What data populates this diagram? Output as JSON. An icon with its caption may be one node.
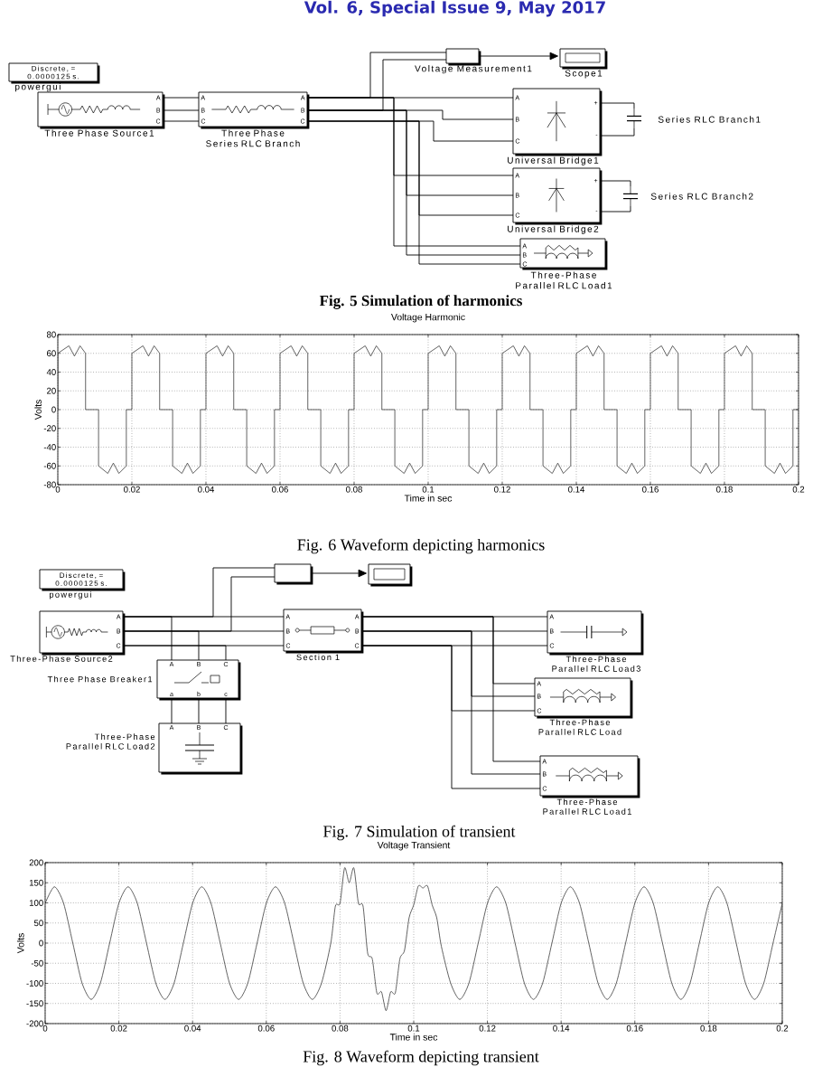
{
  "diagram": {
    "nodes": [
      {
        "text": [
          "Discrete, = 0.0000125 s.",
          "powergui"
        ]
      },
      {
        "text": [
          "Voltage Measurement1"
        ]
      },
      {
        "text": [
          "Scope1"
        ]
      },
      {
        "text": [
          "Three Phase Source1"
        ]
      },
      {
        "text": [
          "Three Phase Series RLC Branch"
        ]
      },
      {
        "text": [
          "Universal Bridge1"
        ]
      },
      {
        "text": [
          "Series RLC Branch1"
        ]
      },
      {
        "text": [
          "Universal Bridge2"
        ]
      },
      {
        "text": [
          "Series RLC Branch2"
        ]
      },
      {
        "text": [
          "Three-Phase Parallel RLC Load1"
        ]
      },
      {
        "text": [
          "Discrete, = 0.0000125 s.",
          "powergui"
        ]
      },
      {
        "text": [],
        "shape": "box"
      },
      {
        "text": [],
        "shape": "box"
      },
      {
        "text": [
          "Three-Phase Source2"
        ]
      },
      {
        "text": [
          "Section 1"
        ]
      },
      {
        "text": [
          "Three-Phase Parallel RLC Load3"
        ]
      },
      {
        "text": [
          "Three Phase Breaker1"
        ]
      },
      {
        "text": [
          "Three-Phase Parallel RLC Load"
        ]
      },
      {
        "text": [
          "Three-Phase Parallel RLC Load2"
        ]
      },
      {
        "text": [
          "Three-Phase Parallel RLC Load1"
        ]
      }
    ],
    "edges": [
      {
        "from": 3,
        "to": 4,
        "arrow": "none"
      },
      {
        "from": 3,
        "to": 4,
        "arrow": "none"
      },
      {
        "from": 3,
        "to": 4,
        "arrow": "none"
      },
      {
        "from": 4,
        "to": 1,
        "arrow": "none"
      },
      {
        "from": 4,
        "to": 1,
        "arrow": "none"
      },
      {
        "from": 1,
        "to": 2,
        "arrow": "to"
      },
      {
        "from": 4,
        "to": 5,
        "arrow": "none"
      },
      {
        "from": 4,
        "to": 5,
        "arrow": "none"
      },
      {
        "from": 4,
        "to": 5,
        "arrow": "none"
      },
      {
        "from": 5,
        "to": 6,
        "arrow": "none"
      },
      {
        "from": 5,
        "to": 6,
        "arrow": "none"
      },
      {
        "from": 4,
        "to": 7,
        "arrow": "none"
      },
      {
        "from": 4,
        "to": 7,
        "arrow": "none"
      },
      {
        "from": 4,
        "to": 7,
        "arrow": "none"
      },
      {
        "from": 7,
        "to": 8,
        "arrow": "none"
      },
      {
        "from": 7,
        "to": 8,
        "arrow": "none"
      },
      {
        "from": 4,
        "to": 9,
        "arrow": "none"
      },
      {
        "from": 4,
        "to": 9,
        "arrow": "none"
      },
      {
        "from": 4,
        "to": 9,
        "arrow": "none"
      },
      {
        "from": 13,
        "to": 14,
        "arrow": "none"
      },
      {
        "from": 13,
        "to": 14,
        "arrow": "none"
      },
      {
        "from": 13,
        "to": 14,
        "arrow": "none"
      },
      {
        "from": 13,
        "to": 11,
        "arrow": "none"
      },
      {
        "from": 13,
        "to": 11,
        "arrow": "none"
      },
      {
        "from": 11,
        "to": 12,
        "arrow": "to"
      },
      {
        "from": 13,
        "to": 16,
        "arrow": "none"
      },
      {
        "from": 13,
        "to": 16,
        "arrow": "none"
      },
      {
        "from": 13,
        "to": 16,
        "arrow": "none"
      },
      {
        "from": 16,
        "to": 18,
        "arrow": "none"
      },
      {
        "from": 16,
        "to": 18,
        "arrow": "none"
      },
      {
        "from": 16,
        "to": 18,
        "arrow": "none"
      },
      {
        "from": 14,
        "to": 15,
        "arrow": "none"
      },
      {
        "from": 14,
        "to": 15,
        "arrow": "none"
      },
      {
        "from": 14,
        "to": 15,
        "arrow": "none"
      },
      {
        "from": 14,
        "to": 17,
        "arrow": "none"
      },
      {
        "from": 14,
        "to": 17,
        "arrow": "none"
      },
      {
        "from": 14,
        "to": 17,
        "arrow": "none"
      },
      {
        "from": 14,
        "to": 19,
        "arrow": "none"
      },
      {
        "from": 14,
        "to": 19,
        "arrow": "none"
      },
      {
        "from": 14,
        "to": 19,
        "arrow": "none"
      }
    ],
    "labels": [
      "Vol. 6, Special Issue 9, May 2017",
      "A",
      "B",
      "C",
      "A",
      "B",
      "C",
      "A",
      "B",
      "C",
      "A",
      "B",
      "C",
      "+",
      "-",
      "A",
      "B",
      "C",
      "+",
      "-",
      "A",
      "B",
      "C",
      "Fig. 5 Simulation of harmonics",
      "Fig. 6 Waveform depicting harmonics",
      "A",
      "B",
      "C",
      "A",
      "B",
      "C",
      "A",
      "B",
      "C",
      "A",
      "B",
      "C",
      "A",
      "B",
      "C",
      "a",
      "b",
      "c",
      "A",
      "B",
      "C",
      "A",
      "B",
      "C",
      "A",
      "B",
      "C",
      "Fig. 7 Simulation of transient",
      "Fig. 8 Waveform depicting transient"
    ],
    "chart_data": [
      {
        "type": "line",
        "title": "Voltage Harmonic",
        "xlabel": "Time in sec",
        "ylabel": "Volts",
        "grid": true,
        "xlim": [
          0,
          0.2
        ],
        "ylim": [
          -80,
          80
        ],
        "xticks": [
          0,
          0.02,
          0.04,
          0.06,
          0.08,
          0.1,
          0.12,
          0.14,
          0.16,
          0.18,
          0.2
        ],
        "yticks": [
          -80,
          -60,
          -40,
          -20,
          0,
          20,
          40,
          60,
          80
        ],
        "x": [
          0,
          0,
          0.003,
          0.0045,
          0.006,
          0.0075,
          0.0075,
          0.011,
          0.011,
          0.0135,
          0.015,
          0.0165,
          0.0185,
          0.0185,
          0.02,
          0.02,
          0.023,
          0.0245,
          0.026,
          0.0275,
          0.0275,
          0.031,
          0.031,
          0.0335,
          0.035,
          0.0365,
          0.0385,
          0.0385,
          0.04,
          0.04,
          0.043,
          0.0445,
          0.046,
          0.0475,
          0.0475,
          0.051,
          0.051,
          0.0535,
          0.055,
          0.0565,
          0.0585,
          0.0585,
          0.06,
          0.06,
          0.063,
          0.0645,
          0.066,
          0.0675,
          0.0675,
          0.071,
          0.071,
          0.0735,
          0.075,
          0.0765,
          0.0785,
          0.0785,
          0.08,
          0.08,
          0.083,
          0.0845,
          0.086,
          0.0875,
          0.0875,
          0.091,
          0.091,
          0.0935,
          0.095,
          0.0965,
          0.0985,
          0.0985,
          0.1,
          0.1,
          0.103,
          0.1045,
          0.106,
          0.1075,
          0.1075,
          0.111,
          0.111,
          0.1135,
          0.115,
          0.1165,
          0.1185,
          0.1185,
          0.12,
          0.12,
          0.123,
          0.1245,
          0.126,
          0.1275,
          0.1275,
          0.131,
          0.131,
          0.1335,
          0.135,
          0.1365,
          0.1385,
          0.1385,
          0.14,
          0.14,
          0.143,
          0.1445,
          0.146,
          0.1475,
          0.1475,
          0.151,
          0.151,
          0.1535,
          0.155,
          0.1565,
          0.1585,
          0.1585,
          0.16,
          0.16,
          0.163,
          0.1645,
          0.166,
          0.1675,
          0.1675,
          0.171,
          0.171,
          0.1735,
          0.175,
          0.1765,
          0.1785,
          0.1785,
          0.18,
          0.18,
          0.183,
          0.1845,
          0.186,
          0.1875,
          0.1875,
          0.191,
          0.191,
          0.1935,
          0.195,
          0.1965,
          0.1985,
          0.1985,
          0.2
        ],
        "series": [
          {
            "color": "#3c3c3c",
            "values": [
              0,
              60,
              68,
              57,
              68,
              60,
              0,
              0,
              -60,
              -68,
              -57,
              -68,
              -60,
              0,
              0,
              60,
              68,
              57,
              68,
              60,
              0,
              0,
              -60,
              -68,
              -57,
              -68,
              -60,
              0,
              0,
              60,
              68,
              57,
              68,
              60,
              0,
              0,
              -60,
              -68,
              -57,
              -68,
              -60,
              0,
              0,
              60,
              68,
              57,
              68,
              60,
              0,
              0,
              -60,
              -68,
              -57,
              -68,
              -60,
              0,
              0,
              60,
              68,
              57,
              68,
              60,
              0,
              0,
              -60,
              -68,
              -57,
              -68,
              -60,
              0,
              0,
              60,
              68,
              57,
              68,
              60,
              0,
              0,
              -60,
              -68,
              -57,
              -68,
              -60,
              0,
              0,
              60,
              68,
              57,
              68,
              60,
              0,
              0,
              -60,
              -68,
              -57,
              -68,
              -60,
              0,
              0,
              60,
              68,
              57,
              68,
              60,
              0,
              0,
              -60,
              -68,
              -57,
              -68,
              -60,
              0,
              0,
              60,
              68,
              57,
              68,
              60,
              0,
              0,
              -60,
              -68,
              -57,
              -68,
              -60,
              0,
              0,
              60,
              68,
              57,
              68,
              60,
              0,
              0,
              -60,
              -68,
              -57,
              -68,
              -60,
              0,
              0
            ]
          }
        ]
      },
      {
        "type": "line",
        "title": "Voltage Transient",
        "xlabel": "Time in sec",
        "ylabel": "Volts",
        "grid": true,
        "xlim": [
          0,
          0.2
        ],
        "ylim": [
          -200,
          200
        ],
        "xticks": [
          0,
          0.02,
          0.04,
          0.06,
          0.08,
          0.1,
          0.12,
          0.14,
          0.16,
          0.18,
          0.2
        ],
        "yticks": [
          -200,
          -150,
          -100,
          -50,
          0,
          50,
          100,
          150,
          200
        ],
        "x": [
          0,
          0.0025,
          0.005,
          0.0075,
          0.01,
          0.0125,
          0.015,
          0.0175,
          0.02,
          0.0225,
          0.025,
          0.0275,
          0.03,
          0.0325,
          0.035,
          0.0375,
          0.04,
          0.0425,
          0.045,
          0.0475,
          0.05,
          0.0525,
          0.055,
          0.0575,
          0.06,
          0.0625,
          0.065,
          0.0675,
          0.07,
          0.0725,
          0.075,
          0.0775,
          0.07875,
          0.08,
          0.08125,
          0.0825,
          0.08375,
          0.085,
          0.08625,
          0.0875,
          0.08875,
          0.09,
          0.09125,
          0.0925,
          0.09375,
          0.095,
          0.09625,
          0.0975,
          0.09875,
          0.1,
          0.10125,
          0.1025,
          0.10375,
          0.105,
          0.10625,
          0.1075,
          0.11,
          0.1125,
          0.115,
          0.1175,
          0.12,
          0.1225,
          0.125,
          0.1275,
          0.13,
          0.1325,
          0.135,
          0.1375,
          0.14,
          0.1425,
          0.145,
          0.1475,
          0.15,
          0.1525,
          0.155,
          0.1575,
          0.16,
          0.1625,
          0.165,
          0.1675,
          0.17,
          0.1725,
          0.175,
          0.1775,
          0.18,
          0.1825,
          0.185,
          0.1875,
          0.19,
          0.1925,
          0.195,
          0.1975,
          0.2
        ],
        "series": [
          {
            "color": "#3c3c3c",
            "values": [
              99,
              140,
              99,
              0,
              -99,
              -140,
              -99,
              0,
              99,
              140,
              99,
              0,
              -99,
              -140,
              -99,
              0,
              99,
              140,
              99,
              0,
              -99,
              -140,
              -99,
              0,
              99,
              140,
              99,
              0,
              -99,
              -140,
              -99,
              0,
              92,
              99,
              187,
              150,
              187,
              99,
              92,
              -25,
              -39,
              -124,
              -121,
              -168,
              -121,
              -124,
              -39,
              -18,
              63,
              95,
              142,
              137,
              142,
              95,
              63,
              -8,
              -99,
              -140,
              -99,
              0,
              99,
              140,
              99,
              0,
              -99,
              -140,
              -99,
              0,
              99,
              140,
              99,
              0,
              -99,
              -140,
              -99,
              0,
              99,
              140,
              99,
              0,
              -99,
              -140,
              -99,
              0,
              99,
              140,
              99,
              0,
              -99,
              -140,
              -99,
              0,
              99
            ]
          }
        ]
      }
    ]
  }
}
